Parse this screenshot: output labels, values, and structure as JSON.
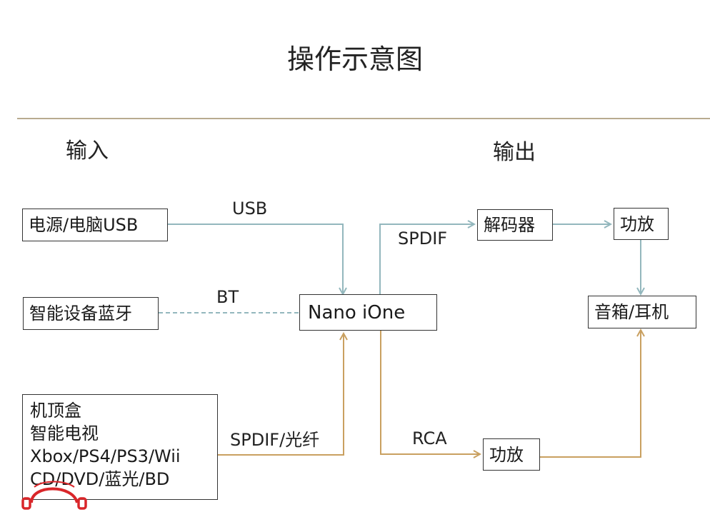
{
  "title": "操作示意图",
  "headings": {
    "input": "输入",
    "output": "输出"
  },
  "boxes": {
    "power_usb": "电源/电脑USB",
    "bluetooth_device": "智能设备蓝牙",
    "sources": [
      "机顶盒",
      "智能电视",
      "Xbox/PS4/PS3/Wii",
      "CD/DVD/蓝光/BD"
    ],
    "nano": "Nano iOne",
    "decoder": "解码器",
    "amp_top": "功放",
    "speakers": "音箱/耳机",
    "amp_bottom": "功放"
  },
  "connection_labels": {
    "usb": "USB",
    "bt": "BT",
    "spdif_optical": "SPDIF/光纤",
    "spdif": "SPDIF",
    "rca": "RCA"
  },
  "colors": {
    "digital_line": "#93b7bd",
    "analog_line": "#c9a060",
    "logo": "#d9262a"
  },
  "logo_icon": "headphones-logo-icon"
}
